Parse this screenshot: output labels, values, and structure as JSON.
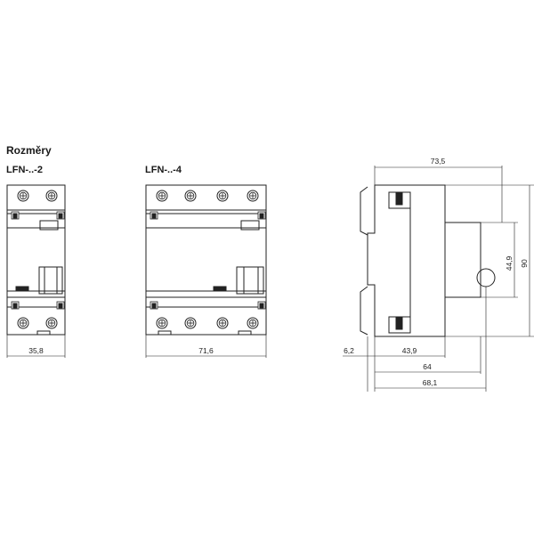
{
  "heading": "Rozměry",
  "models": [
    "LFN-..-2",
    "LFN-..-4"
  ],
  "dimensions": {
    "width_2pole": "35,8",
    "width_4pole": "71,6",
    "overall_depth": "73,5",
    "height_total": "90",
    "height_front": "44,9",
    "offset_left": "6,2",
    "depth_front": "43,9",
    "depth_rail": "64",
    "depth_total": "68,1"
  }
}
